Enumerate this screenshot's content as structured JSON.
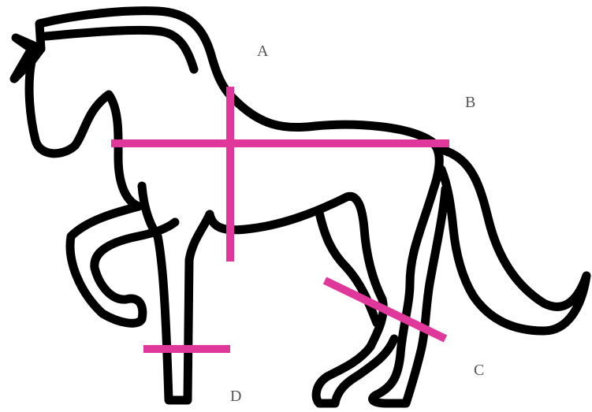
{
  "diagram": {
    "labels": {
      "a": "A",
      "b": "B",
      "c": "C",
      "d": "D"
    },
    "colors": {
      "outline": "#000000",
      "marker": "#e0389a",
      "label": "#555555",
      "background": "#ffffff"
    },
    "figure": "horse-outline"
  }
}
